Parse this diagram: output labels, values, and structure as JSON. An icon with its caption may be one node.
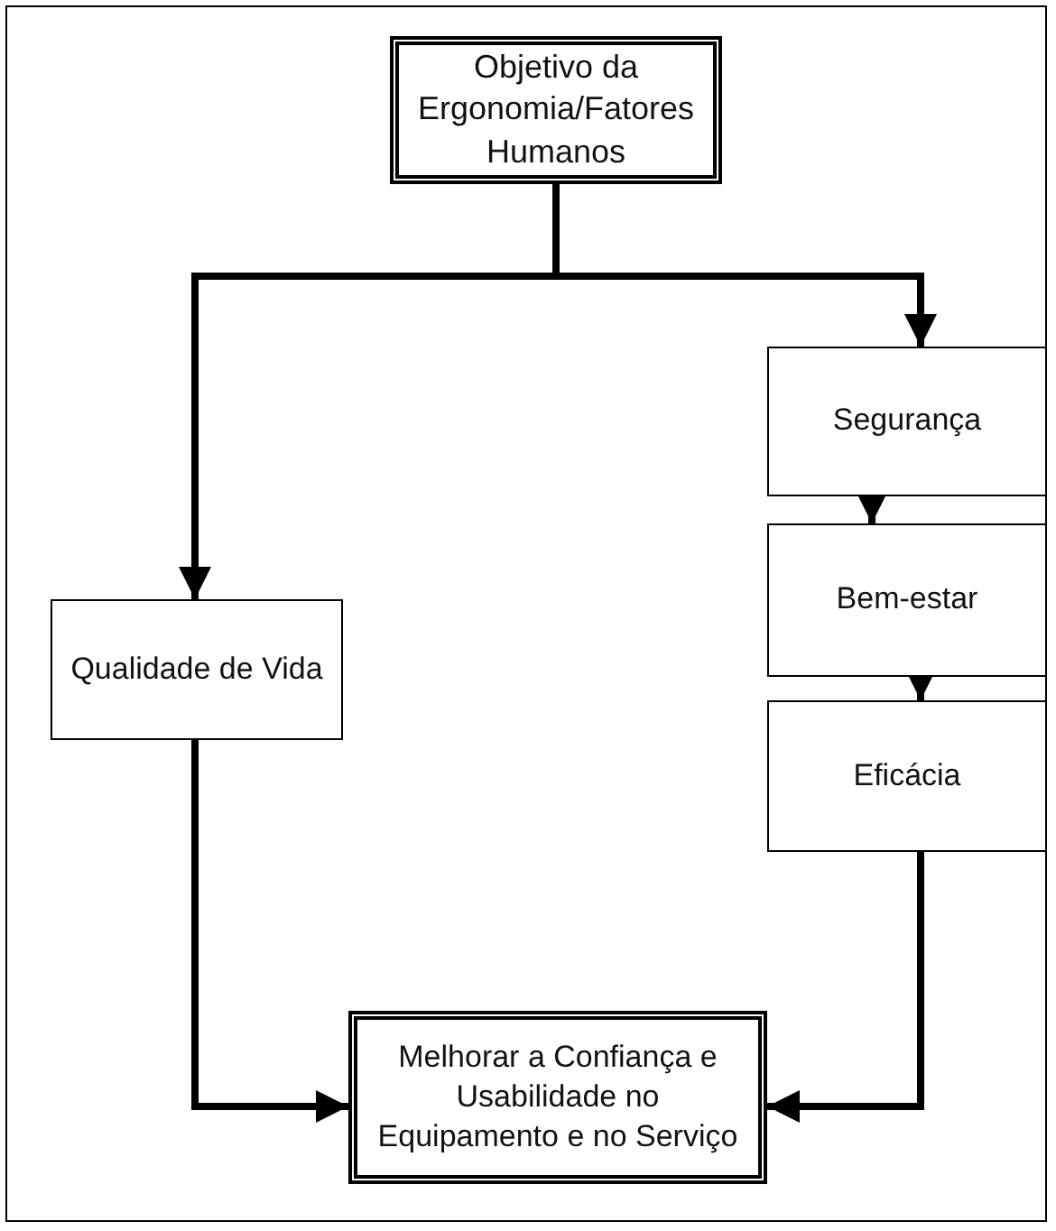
{
  "diagram": {
    "nodes": [
      {
        "text": [
          "Objetivo da Ergonomia/Fatores Humanos"
        ]
      },
      {
        "text": [
          "Qualidade de Vida"
        ]
      },
      {
        "text": [
          "Segurança"
        ]
      },
      {
        "text": [
          "Bem-estar"
        ]
      },
      {
        "text": [
          "Eficácia"
        ]
      },
      {
        "text": [
          "Melhorar a Confiança e Usabilidade no Equipamento e no Serviço"
        ]
      }
    ],
    "edges": [
      {
        "from": 0,
        "to": 1,
        "arrow": "to"
      },
      {
        "from": 0,
        "to": 2,
        "arrow": "to"
      },
      {
        "from": 2,
        "to": 3,
        "arrow": "to"
      },
      {
        "from": 3,
        "to": 4,
        "arrow": "to"
      },
      {
        "from": 1,
        "to": 5,
        "arrow": "to"
      },
      {
        "from": 4,
        "to": 5,
        "arrow": "to"
      }
    ]
  }
}
